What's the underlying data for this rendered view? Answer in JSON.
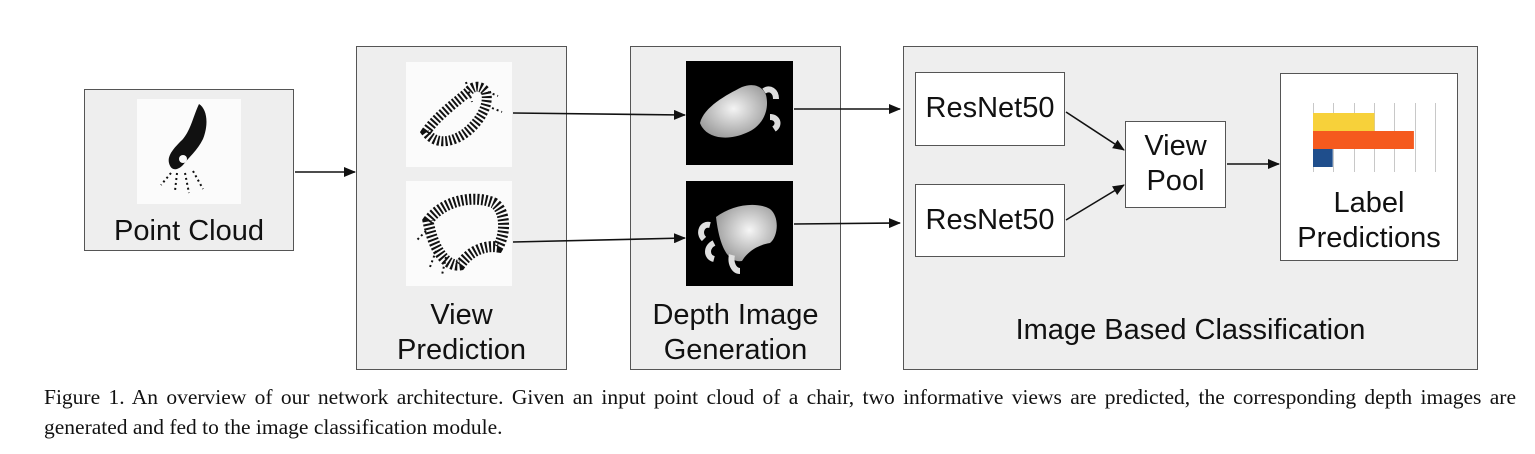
{
  "blocks": {
    "point_cloud": "Point Cloud",
    "view_prediction_line1": "View",
    "view_prediction_line2": "Prediction",
    "depth_line1": "Depth Image",
    "depth_line2": "Generation",
    "classification": "Image Based Classification",
    "resnet_top": "ResNet50",
    "resnet_bottom": "ResNet50",
    "view_pool_line1": "View",
    "view_pool_line2": "Pool",
    "label_line1": "Label",
    "label_line2": "Predictions"
  },
  "colors": {
    "bar_yellow": "#f7d13a",
    "bar_orange": "#f55a1e",
    "bar_blue": "#1f4e8c"
  },
  "label_bars": [
    0.5,
    0.82,
    0.16
  ],
  "caption": "Figure 1. An overview of our network architecture.  Given an input point cloud of a chair, two informative views are predicted, the corresponding depth images are generated and fed to the image classification module."
}
